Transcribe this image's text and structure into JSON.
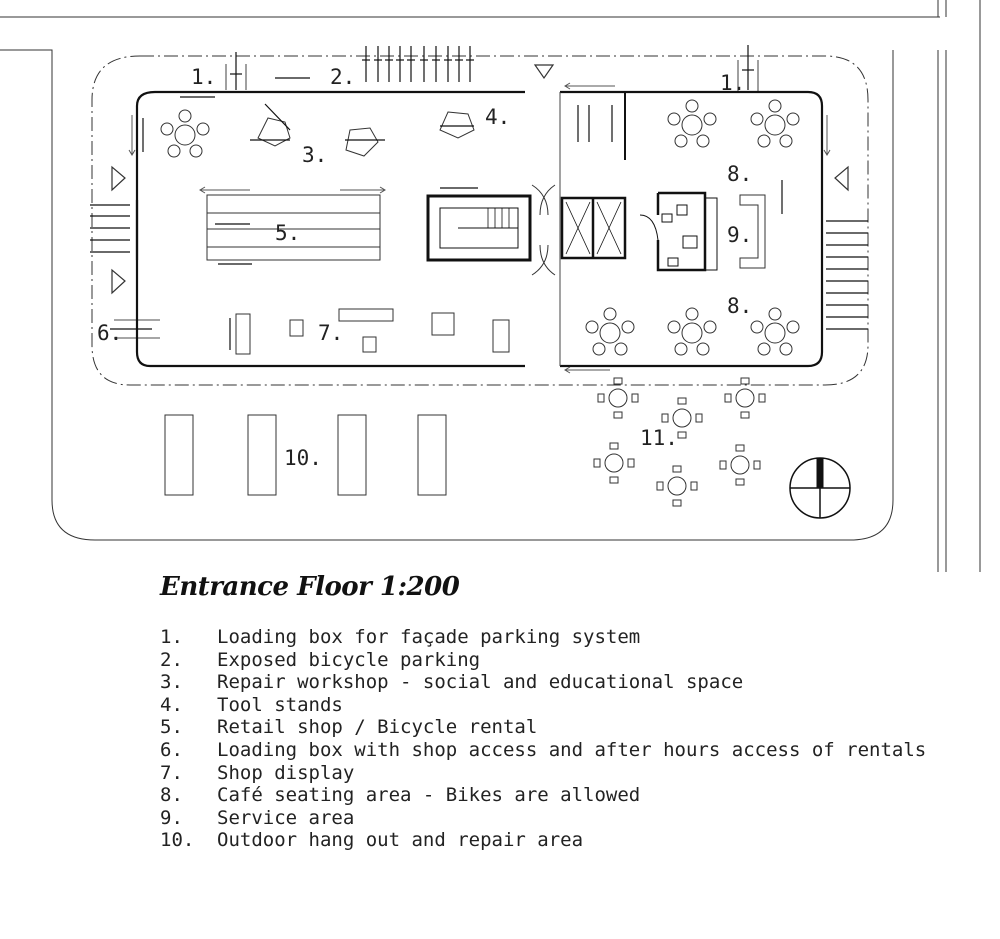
{
  "plan": {
    "title": "Entrance Floor 1:200",
    "labels": [
      {
        "id": "label-1-left",
        "text": "1."
      },
      {
        "id": "label-2",
        "text": "2."
      },
      {
        "id": "label-1-right",
        "text": "1."
      },
      {
        "id": "label-3",
        "text": "3."
      },
      {
        "id": "label-4",
        "text": "4."
      },
      {
        "id": "label-5",
        "text": "5."
      },
      {
        "id": "label-6",
        "text": "6."
      },
      {
        "id": "label-7",
        "text": "7."
      },
      {
        "id": "label-8-top",
        "text": "8."
      },
      {
        "id": "label-8-bottom",
        "text": "8."
      },
      {
        "id": "label-9",
        "text": "9."
      },
      {
        "id": "label-10",
        "text": "10."
      },
      {
        "id": "label-11",
        "text": "11."
      }
    ]
  },
  "legend": [
    {
      "num": "1.",
      "text": "Loading box for façade parking system"
    },
    {
      "num": "2.",
      "text": "Exposed bicycle parking"
    },
    {
      "num": "3.",
      "text": "Repair workshop - social and educational space"
    },
    {
      "num": "4.",
      "text": "Tool stands"
    },
    {
      "num": "5.",
      "text": "Retail shop / Bicycle rental"
    },
    {
      "num": "6.",
      "text": "Loading box with shop access and after hours access of rentals"
    },
    {
      "num": "7.",
      "text": "Shop display"
    },
    {
      "num": "8.",
      "text": "Café seating area - Bikes are allowed"
    },
    {
      "num": "9.",
      "text": "Service area"
    },
    {
      "num": "10.",
      "text": "Outdoor hang out and repair area"
    }
  ]
}
